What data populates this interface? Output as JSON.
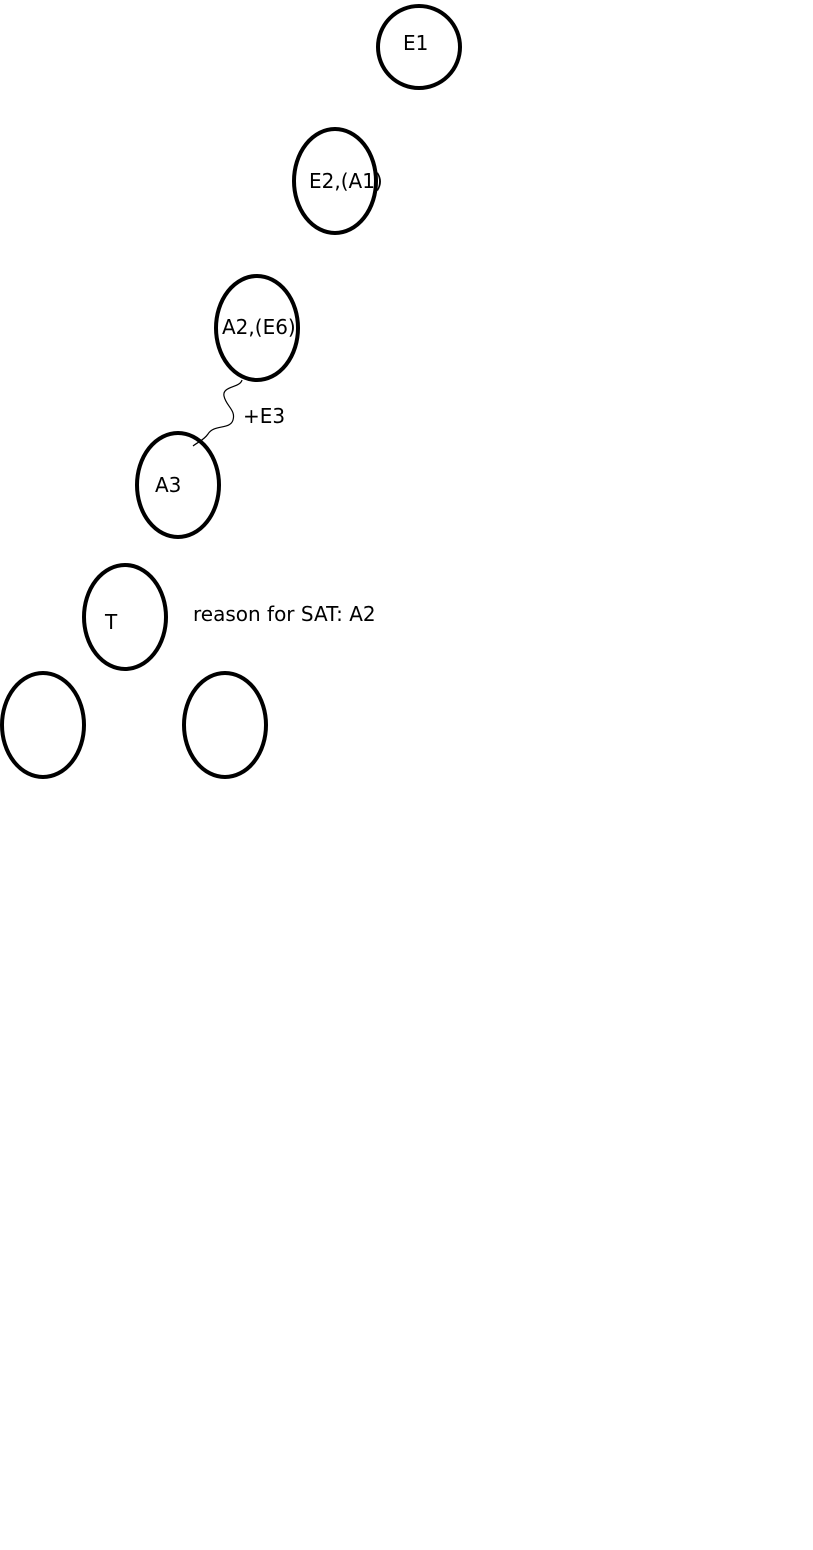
{
  "diagram": {
    "nodes": [
      {
        "id": "n1",
        "label": "E1"
      },
      {
        "id": "n2",
        "label": "E2,(A1)"
      },
      {
        "id": "n3",
        "label": "A2,(E6)"
      },
      {
        "id": "n4",
        "label": "A3"
      },
      {
        "id": "n5",
        "label": "T"
      },
      {
        "id": "n6",
        "label": ""
      },
      {
        "id": "n7",
        "label": ""
      }
    ],
    "edges": [
      {
        "from": "n3",
        "to": "n4",
        "label": "+E3",
        "style": "squiggle"
      }
    ],
    "annotations": [
      {
        "text": "reason for SAT: A2",
        "near": "n5"
      }
    ]
  }
}
